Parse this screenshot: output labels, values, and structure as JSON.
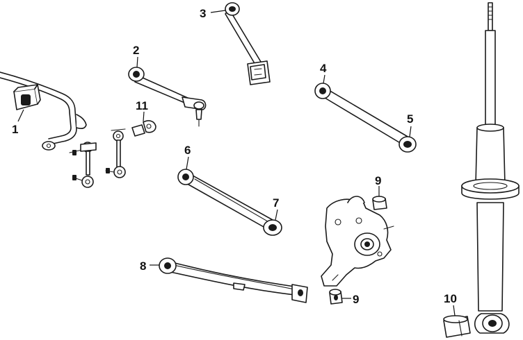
{
  "callouts": [
    {
      "id": "c1",
      "label": "1"
    },
    {
      "id": "c2",
      "label": "2"
    },
    {
      "id": "c3",
      "label": "3"
    },
    {
      "id": "c4",
      "label": "4"
    },
    {
      "id": "c5",
      "label": "5"
    },
    {
      "id": "c6",
      "label": "6"
    },
    {
      "id": "c7",
      "label": "7"
    },
    {
      "id": "c8",
      "label": "8"
    },
    {
      "id": "c9a",
      "label": "9"
    },
    {
      "id": "c9b",
      "label": "9"
    },
    {
      "id": "c10",
      "label": "10"
    },
    {
      "id": "c11",
      "label": "11"
    }
  ]
}
